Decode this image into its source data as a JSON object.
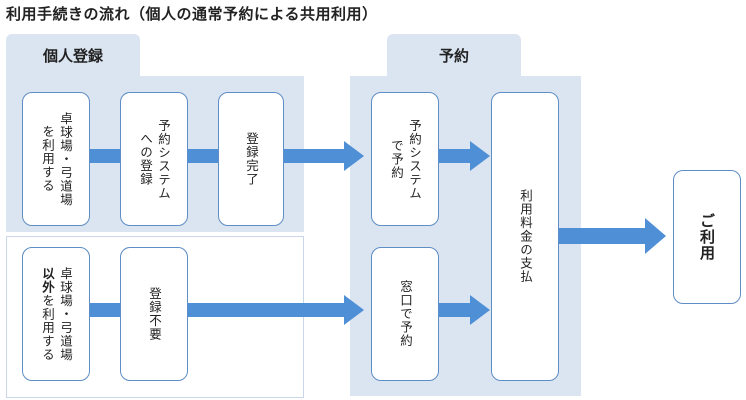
{
  "title": "利用手続きの流れ（個人の通常予約による共用利用）",
  "sections": {
    "personal": "個人登録",
    "reservation": "予約"
  },
  "boxes": {
    "user_a": [
      "卓球場・弓道場",
      "を利用する"
    ],
    "register_system": [
      "予約システム",
      "への登録"
    ],
    "register_done": [
      "登録完了"
    ],
    "user_b_bold": "以外",
    "user_b": [
      "卓球場・弓道場",
      "を利用する"
    ],
    "no_register": [
      "登録不要"
    ],
    "reserve_system": [
      "予約システム",
      "で予約"
    ],
    "reserve_window": [
      "窓口で予約"
    ],
    "payment": [
      "利用料金の支払"
    ],
    "use": [
      "ご利用"
    ]
  },
  "colors": {
    "panel": "#dbe5f1",
    "arrow": "#4f8fd6",
    "box_border": "#5f8dc5"
  }
}
